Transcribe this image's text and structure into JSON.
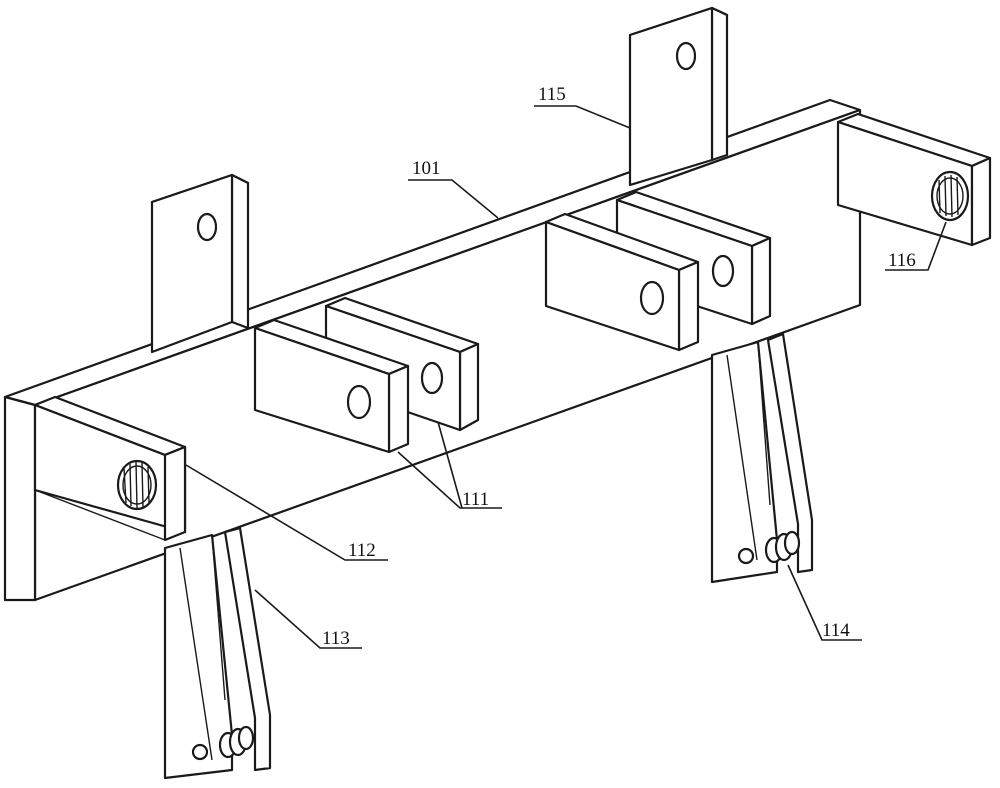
{
  "labels": {
    "frame_rail": "101",
    "hinge_plates": "111",
    "left_bracket": "112",
    "left_swing_arm": "113",
    "right_roller": "114",
    "mount_tab": "115",
    "right_bracket": "116"
  },
  "colors": {
    "line": "#1a1a1a",
    "background": "#ffffff"
  }
}
